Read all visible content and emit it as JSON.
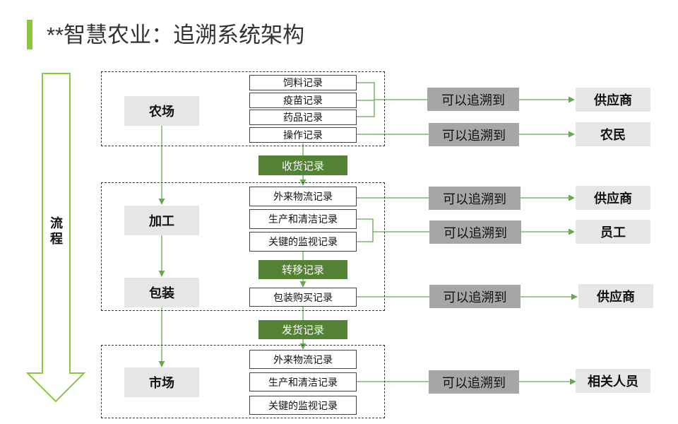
{
  "title": "**智慧农业：追溯系统架构",
  "flow_label": "流程",
  "stages": {
    "farm": "农场",
    "process": "加工",
    "pack": "包装",
    "market": "市场"
  },
  "farm_records": [
    "饲料记录",
    "疫苗记录",
    "药品记录",
    "操作记录"
  ],
  "process_records": [
    "外来物流记录",
    "生产和清洁记录",
    "关键的监视记录"
  ],
  "pack_records": [
    "包装购买记录"
  ],
  "market_records": [
    "外来物流记录",
    "生产和清洁记录",
    "关键的监视记录"
  ],
  "transfers": {
    "receive": "收货记录",
    "transfer": "转移记录",
    "ship": "发货记录"
  },
  "trace_label": "可以追溯到",
  "targets": {
    "t1": "供应商",
    "t2": "农民",
    "t3": "供应商",
    "t4": "员工",
    "t5": "供应商",
    "t6": "相关人员"
  },
  "colors": {
    "accent": "#8cc63f",
    "green_button": "#548235",
    "connector": "#6aa84f",
    "trace_box": "#a6a6a6",
    "stage_box": "#e6e6e6"
  }
}
